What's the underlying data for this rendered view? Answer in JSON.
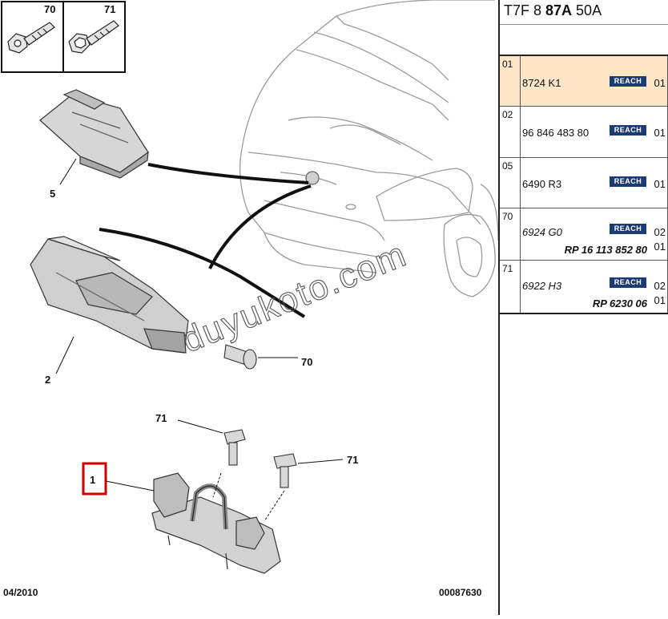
{
  "diagram": {
    "callouts": {
      "c70_top": "70",
      "c71_top": "71",
      "c5": "5",
      "c2": "2",
      "c70": "70",
      "c71a": "71",
      "c71b": "71",
      "c1": "1"
    },
    "date": "04/2010",
    "drawing_number": "00087630",
    "watermark": "duyukoto.com",
    "colors": {
      "highlight_box": "#cc0000",
      "line": "#111111"
    }
  },
  "panel": {
    "header": {
      "prefix": "T7F 8 ",
      "bold": "87A",
      "suffix": " 50A"
    },
    "rows": [
      {
        "num": "01",
        "ref": "8724 K1",
        "badge": "REACH",
        "qty": "01",
        "selected": true
      },
      {
        "num": "02",
        "ref": "96 846 483 80",
        "badge": "REACH",
        "qty": "01"
      },
      {
        "num": "05",
        "ref": "6490 R3",
        "badge": "REACH",
        "qty": "01"
      },
      {
        "num": "70",
        "ref": "6924 G0",
        "badge": "REACH",
        "ref2": "RP 16 113 852 80",
        "qty": "02",
        "qty2": "01"
      },
      {
        "num": "71",
        "ref": "6922 H3",
        "badge": "REACH",
        "ref2": "RP 6230 06",
        "qty": "02",
        "qty2": "01"
      }
    ],
    "colors": {
      "selected_row": "#fde5c7",
      "badge_bg": "#1c3a73"
    }
  }
}
